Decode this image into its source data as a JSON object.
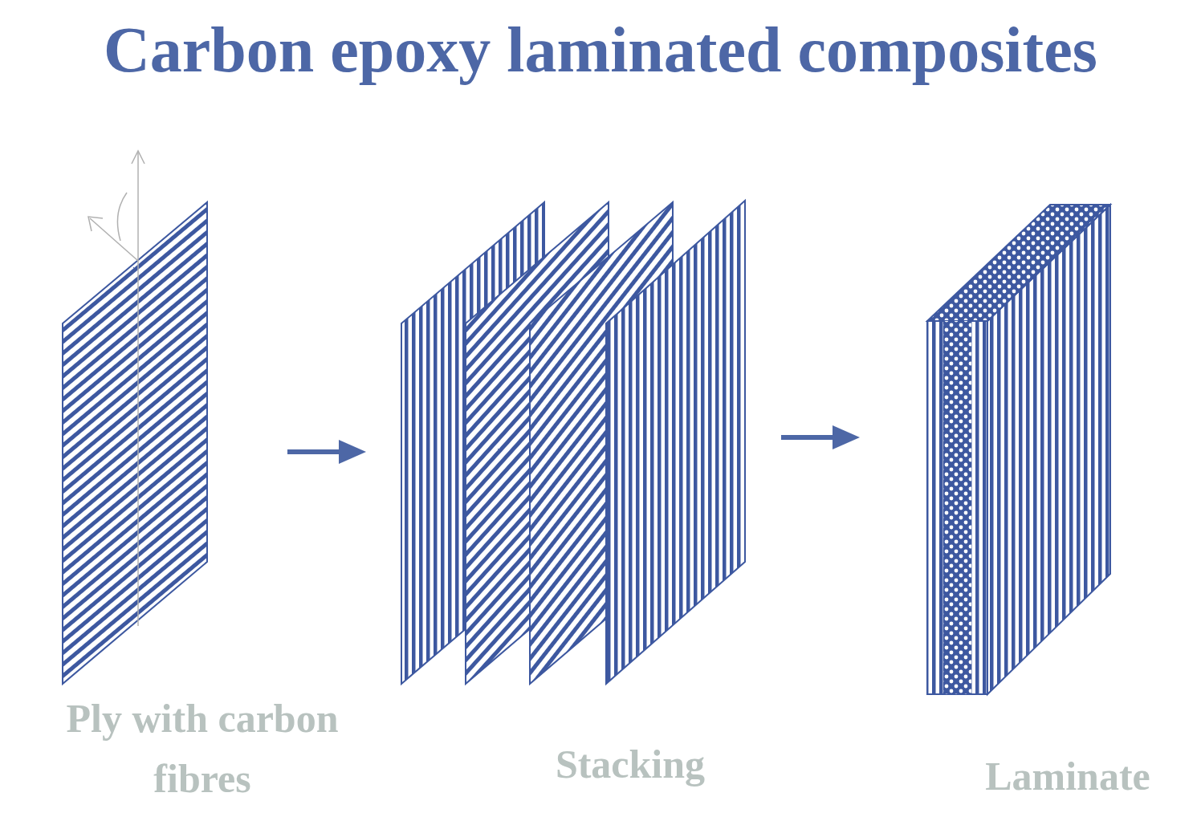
{
  "diagram": {
    "title": "Carbon epoxy laminated composites",
    "labels": [
      "Ply with carbon fibres",
      "Stacking",
      "Laminate"
    ]
  }
}
